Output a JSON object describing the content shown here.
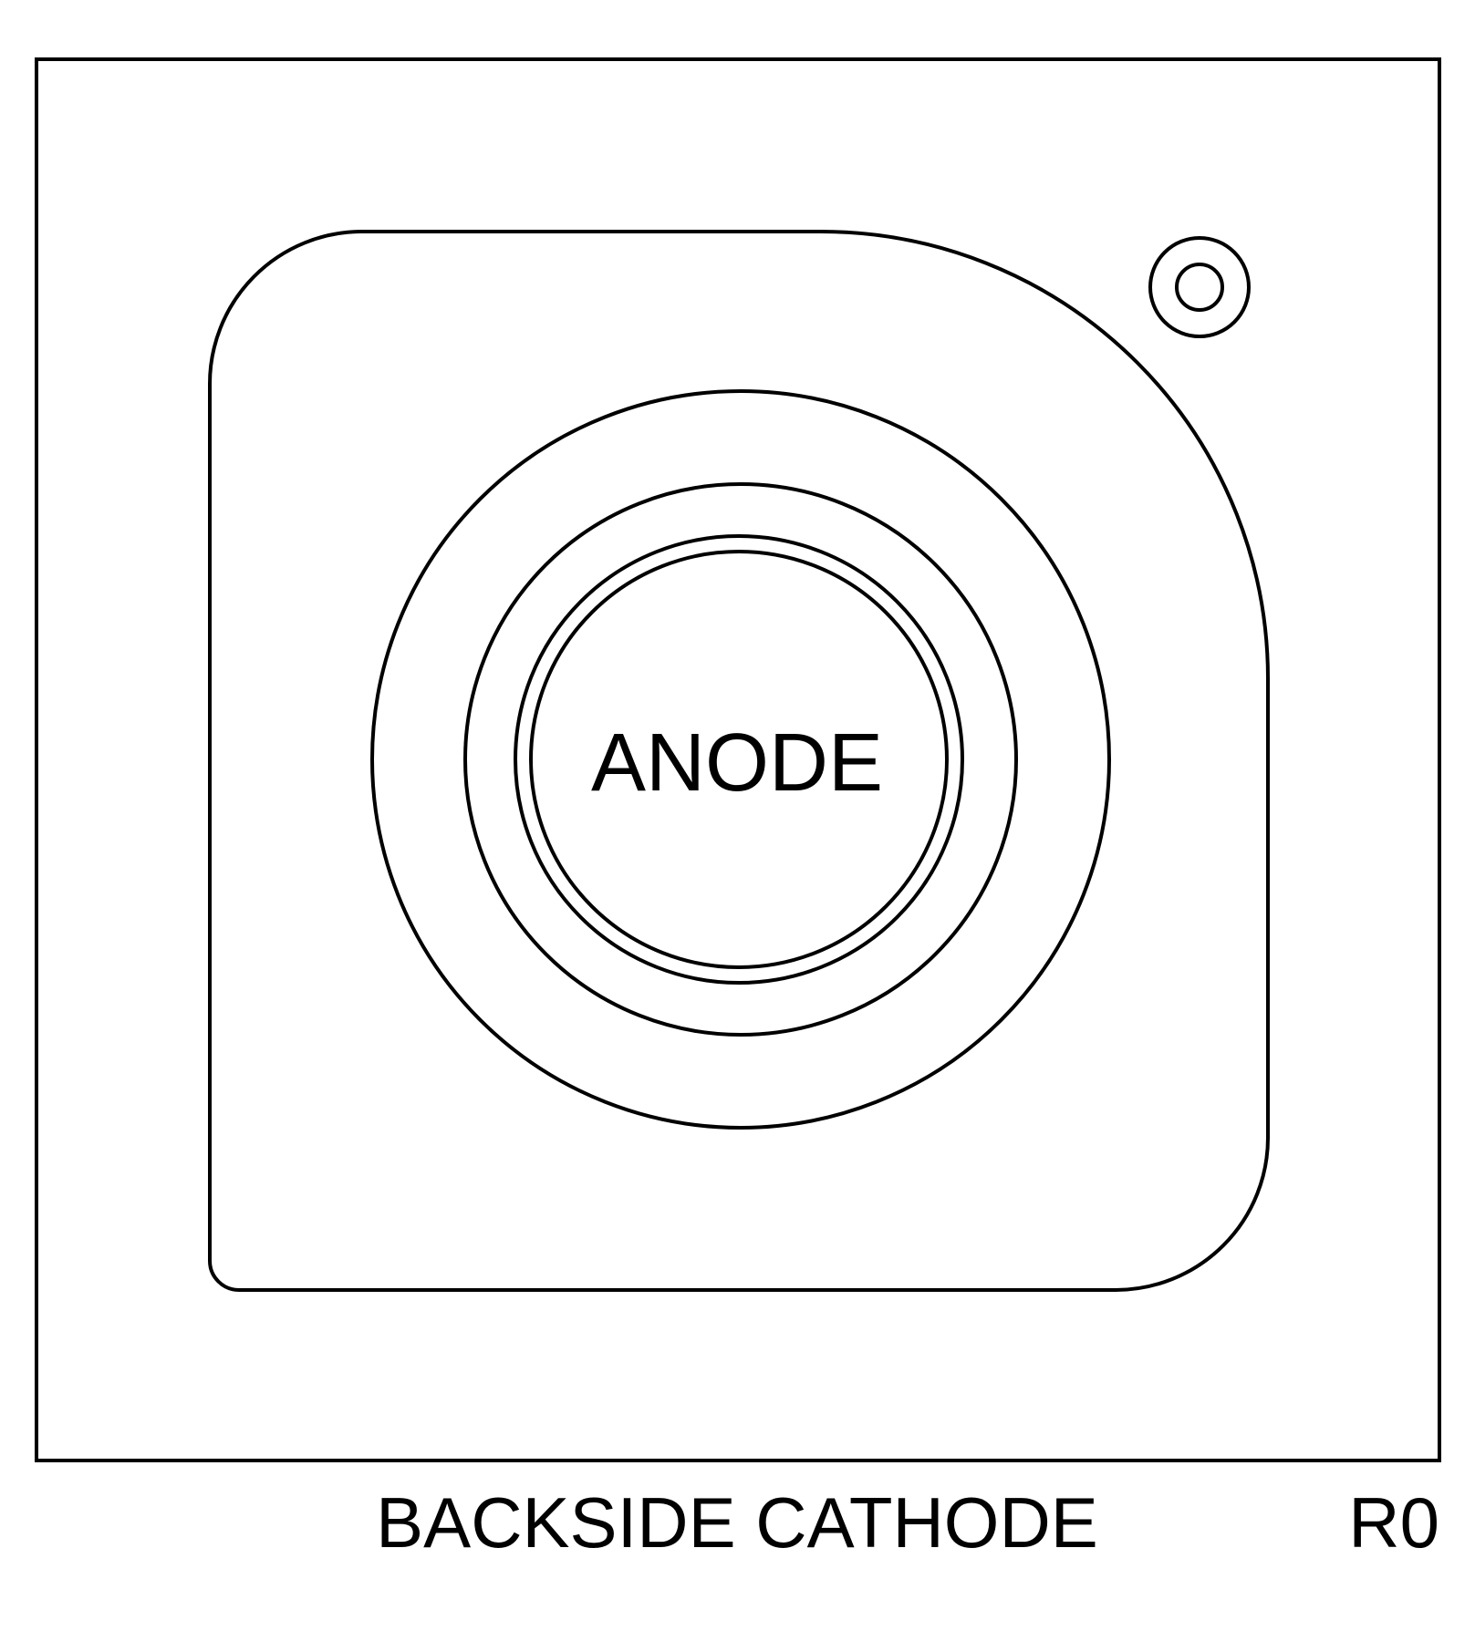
{
  "labels": {
    "anode": "ANODE",
    "footer": "BACKSIDE CATHODE",
    "revision": "R0"
  },
  "colors": {
    "line": "#000000",
    "background": "#ffffff"
  }
}
